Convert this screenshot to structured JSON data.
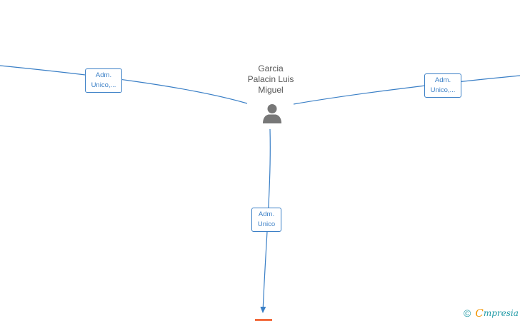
{
  "person": {
    "name_lines": [
      "Garcia",
      "Palacin Luis",
      "Miguel"
    ],
    "icon": "person-silhouette-icon"
  },
  "relations": [
    {
      "id": "left",
      "label_lines": [
        "Adm.",
        "Unico,..."
      ]
    },
    {
      "id": "right",
      "label_lines": [
        "Adm.",
        "Unico,..."
      ]
    },
    {
      "id": "bottom",
      "label_lines": [
        "Adm.",
        "Unico"
      ]
    }
  ],
  "watermark": {
    "symbol": "©",
    "brand_first": "C",
    "brand_rest": "mpresia"
  },
  "colors": {
    "edge": "#3a7fc6",
    "label_text": "#3a7fc6",
    "person_icon": "#777777",
    "node_marker": "#f2693a",
    "brand_teal": "#1f9aa6",
    "brand_orange": "#f29400"
  }
}
